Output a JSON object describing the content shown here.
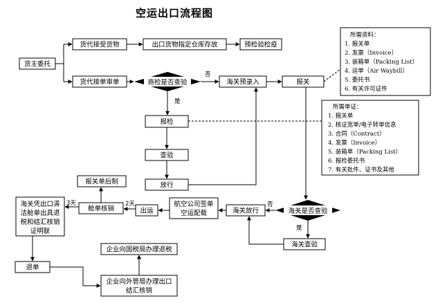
{
  "title": "空运出口流程图",
  "nodes": {
    "consignor": "货主委托",
    "forwarder_receive": "货代接受货物",
    "export_warehouse": "出口货物指定仓库存放",
    "pre_inspection": "预检验检疫",
    "forwarder_review": "货代接单审单",
    "inspection_check": "商检是否查验",
    "customs_preentry": "海关预录入",
    "declare": "报关",
    "report_inspection": "报检",
    "inspection": "查验",
    "release_inspect": "放行",
    "customs_check": "海关是否查验",
    "customs_inspection": "海关查验",
    "customs_release": "海关放行",
    "airline_sign": [
      "航空公司签单",
      "空运配载"
    ],
    "shipment": "出运",
    "manifest_verify": "舱单核销",
    "declaration_later": "报关单后制",
    "customs_certificate": [
      "海关凭出口清",
      "洁舱单出具退",
      "税和结汇核销",
      "证明联"
    ],
    "return_doc": "退单",
    "tax_refund": "企业向国税局办理退税",
    "forex": [
      "企业向外管局办理出口",
      "结汇核销"
    ]
  },
  "edges": {
    "no_label": "否",
    "yes_label": "是",
    "days_3": "3天",
    "days_2": "2天"
  },
  "materials": {
    "heading": "所需资料：",
    "items": [
      "1. 报关单",
      "2. 发票（Invoice）",
      "3. 装箱单（Packing List）",
      "4. 运单（Air Waybill）",
      "5. 委托书",
      "6. 有关许可证件"
    ]
  },
  "documents": {
    "heading": "所需单证：",
    "items": [
      "1. 报关单",
      "2. 核证宽单/电子转单信息",
      "3. 合同（Contract）",
      "4. 发票（Invoice）",
      "5. 装箱单（Packing List）",
      "6. 报检委托书",
      "7. 有关批件、证书及其他"
    ]
  }
}
